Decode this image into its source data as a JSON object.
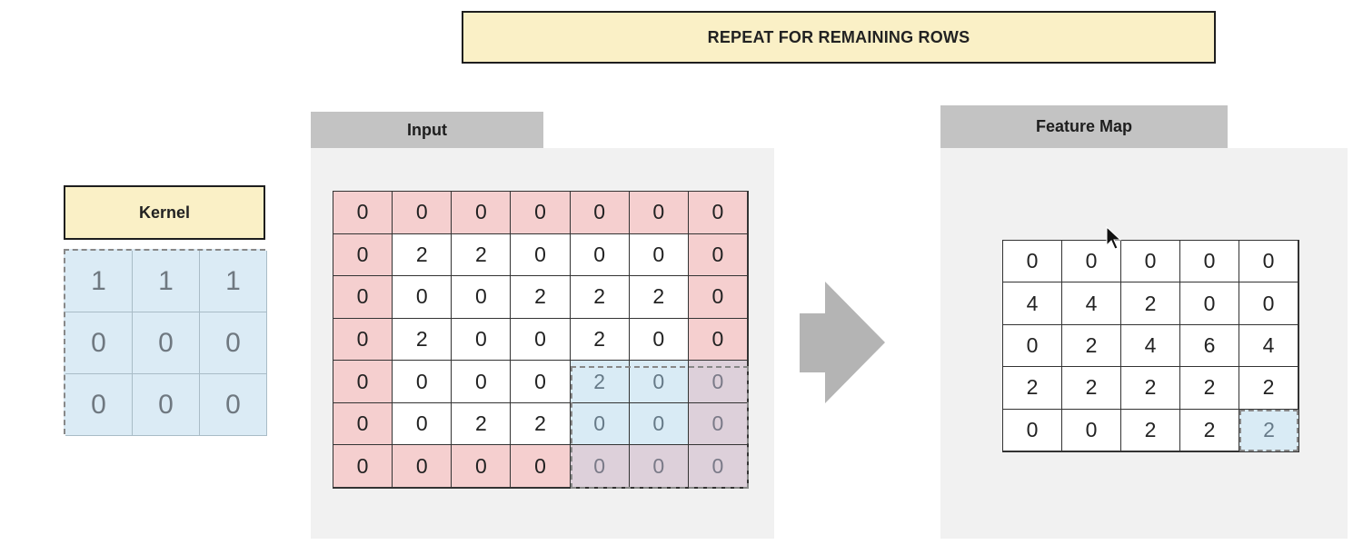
{
  "banner": {
    "text": "REPEAT FOR REMAINING ROWS"
  },
  "kernel": {
    "title": "Kernel",
    "values": [
      [
        1,
        1,
        1
      ],
      [
        0,
        0,
        0
      ],
      [
        0,
        0,
        0
      ]
    ]
  },
  "input": {
    "title": "Input",
    "values": [
      [
        0,
        0,
        0,
        0,
        0,
        0,
        0
      ],
      [
        0,
        2,
        2,
        0,
        0,
        0,
        0
      ],
      [
        0,
        0,
        0,
        2,
        2,
        2,
        0
      ],
      [
        0,
        2,
        0,
        0,
        2,
        0,
        0
      ],
      [
        0,
        0,
        0,
        0,
        2,
        0,
        0
      ],
      [
        0,
        0,
        2,
        2,
        0,
        0,
        0
      ],
      [
        0,
        0,
        0,
        0,
        0,
        0,
        0
      ]
    ],
    "highlight": {
      "row_start": 4,
      "col_start": 4,
      "size": 3
    }
  },
  "feature_map": {
    "title": "Feature Map",
    "values": [
      [
        0,
        0,
        0,
        0,
        0
      ],
      [
        4,
        4,
        2,
        0,
        0
      ],
      [
        0,
        2,
        4,
        6,
        4
      ],
      [
        2,
        2,
        2,
        2,
        2
      ],
      [
        0,
        0,
        2,
        2,
        2
      ]
    ],
    "highlight": {
      "row": 4,
      "col": 4
    }
  },
  "colors": {
    "padding": "#f5cfcf",
    "highlight": "#d9ebf5",
    "header_tab": "#c3c3c3",
    "title_fill": "#faf0c6",
    "panel": "#f1f1f1",
    "arrow": "#b4b4b4"
  },
  "icons": {
    "arrow": "right-arrow-icon",
    "cursor": "mouse-cursor-icon"
  }
}
